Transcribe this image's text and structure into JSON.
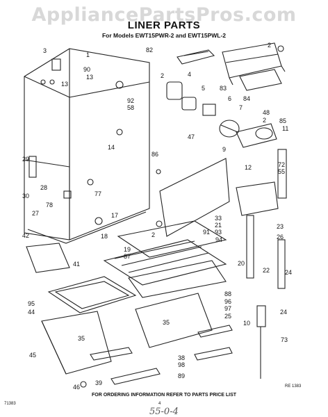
{
  "watermark": "AppliancePartsPros.com",
  "title": "LINER PARTS",
  "subtitle": "For Models EWT15PWR-2 and EWT15PWL-2",
  "footer": "FOR ORDERING INFORMATION REFER TO PARTS PRICE LIST",
  "code_left": "71383",
  "code_right": "RE 1383",
  "page_number": "4",
  "handwritten_note": "55-0-4",
  "callouts": [
    "1",
    "2",
    "2",
    "2",
    "2",
    "3",
    "4",
    "5",
    "6",
    "7",
    "9",
    "10",
    "11",
    "12",
    "13",
    "13",
    "14",
    "17",
    "18",
    "19",
    "20",
    "21",
    "22",
    "23",
    "24",
    "24",
    "25",
    "26",
    "27",
    "28",
    "29",
    "30",
    "33",
    "35",
    "35",
    "38",
    "39",
    "41",
    "42",
    "44",
    "45",
    "46",
    "47",
    "48",
    "55",
    "58",
    "72",
    "73",
    "77",
    "78",
    "82",
    "83",
    "84",
    "85",
    "86",
    "87",
    "88",
    "89",
    "90",
    "91",
    "92",
    "93",
    "94",
    "95",
    "96",
    "97",
    "98"
  ]
}
